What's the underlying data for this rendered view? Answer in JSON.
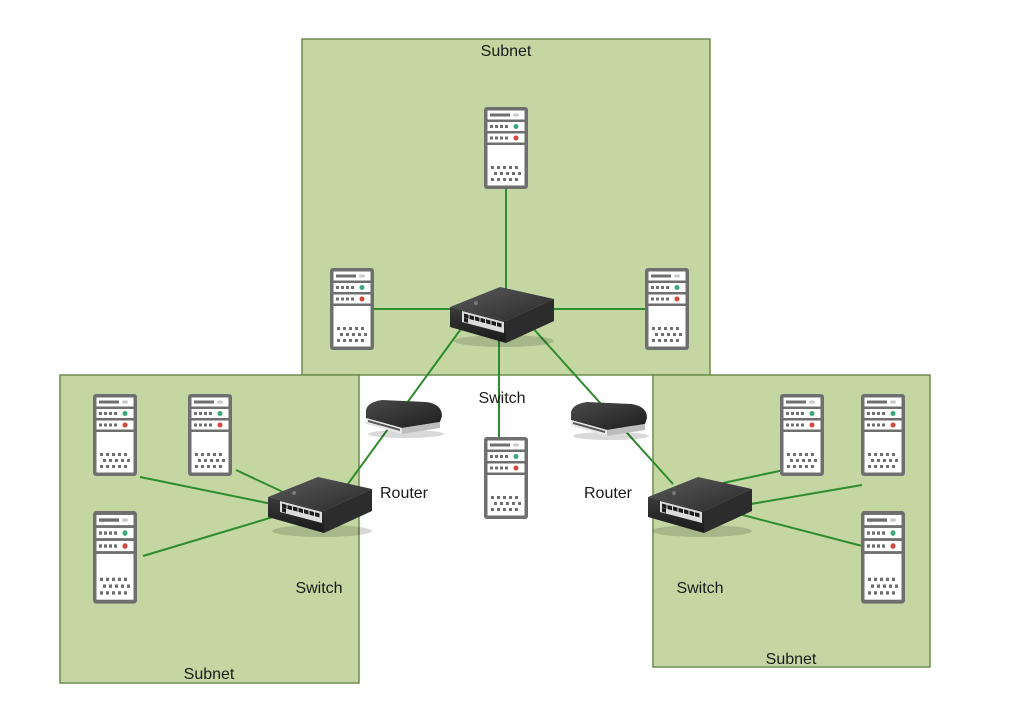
{
  "diagram": {
    "title": "",
    "colors": {
      "subnet_fill": "#c4d7a2",
      "subnet_border": "#6e8a4e",
      "link": "#2e8b2e",
      "server_frame": "#6f6f6f",
      "led_green": "#3aa87a",
      "led_red": "#d9453a"
    },
    "subnets": [
      {
        "id": "subnet-top",
        "label": "Subnet"
      },
      {
        "id": "subnet-left",
        "label": "Subnet"
      },
      {
        "id": "subnet-right",
        "label": "Subnet"
      }
    ],
    "switches": [
      {
        "id": "switch-top",
        "label": "Switch"
      },
      {
        "id": "switch-left",
        "label": "Switch"
      },
      {
        "id": "switch-right",
        "label": "Switch"
      }
    ],
    "routers": [
      {
        "id": "router-left",
        "label": "Router"
      },
      {
        "id": "router-right",
        "label": "Router"
      }
    ],
    "servers": [
      {
        "id": "server-top-center",
        "icon": "server-icon"
      },
      {
        "id": "server-top-left",
        "icon": "server-icon"
      },
      {
        "id": "server-top-right",
        "icon": "server-icon"
      },
      {
        "id": "server-middle",
        "icon": "server-icon"
      },
      {
        "id": "server-left-1",
        "icon": "server-icon"
      },
      {
        "id": "server-left-2",
        "icon": "server-icon"
      },
      {
        "id": "server-left-3",
        "icon": "server-icon"
      },
      {
        "id": "server-right-1",
        "icon": "server-icon"
      },
      {
        "id": "server-right-2",
        "icon": "server-icon"
      },
      {
        "id": "server-right-3",
        "icon": "server-icon"
      }
    ],
    "connections": [
      {
        "from": "switch-top",
        "to": "server-top-center"
      },
      {
        "from": "switch-top",
        "to": "server-top-left"
      },
      {
        "from": "switch-top",
        "to": "server-top-right"
      },
      {
        "from": "switch-top",
        "to": "server-middle"
      },
      {
        "from": "switch-top",
        "to": "switch-left",
        "via": "router-left"
      },
      {
        "from": "switch-top",
        "to": "switch-right",
        "via": "router-right"
      },
      {
        "from": "switch-left",
        "to": "server-left-1"
      },
      {
        "from": "switch-left",
        "to": "server-left-2"
      },
      {
        "from": "switch-left",
        "to": "server-left-3"
      },
      {
        "from": "switch-right",
        "to": "server-right-1"
      },
      {
        "from": "switch-right",
        "to": "server-right-2"
      },
      {
        "from": "switch-right",
        "to": "server-right-3"
      }
    ]
  }
}
